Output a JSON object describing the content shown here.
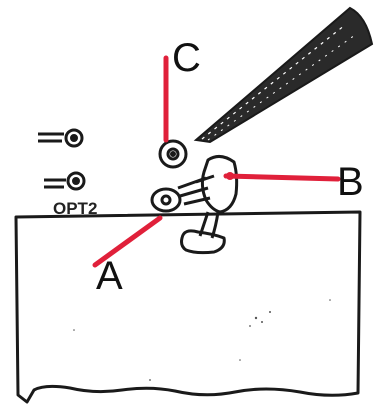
{
  "diagram": {
    "labels": {
      "a": "A",
      "b": "B",
      "c": "C",
      "opt": "OPT2"
    },
    "colors": {
      "pointer": "#e0203a",
      "ink": "#1a1a1a",
      "background": "#ffffff"
    }
  }
}
